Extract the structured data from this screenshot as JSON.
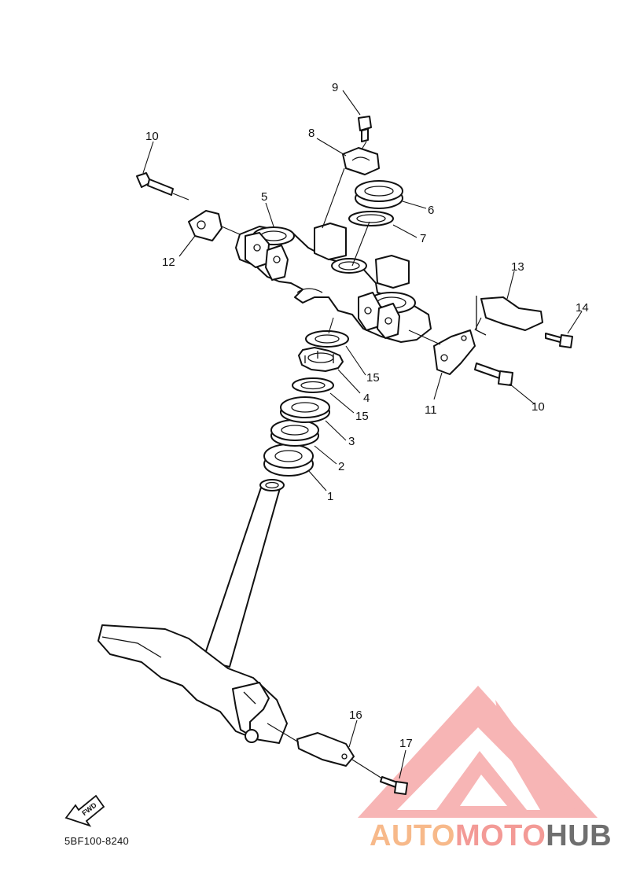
{
  "diagram": {
    "callouts": [
      "1",
      "2",
      "3",
      "4",
      "5",
      "6",
      "7",
      "8",
      "9",
      "10",
      "10",
      "11",
      "12",
      "13",
      "14",
      "15",
      "15",
      "16",
      "17"
    ],
    "fwd_label": "FWD",
    "part_code": "5BF100-8240"
  },
  "watermark": {
    "segments": [
      "AUTO",
      "MOTO",
      "HUB"
    ],
    "colors": {
      "auto": "#f7b98a",
      "moto": "#f39a96",
      "hub": "#6f6f6f",
      "logo": "#f6a9a9"
    }
  }
}
